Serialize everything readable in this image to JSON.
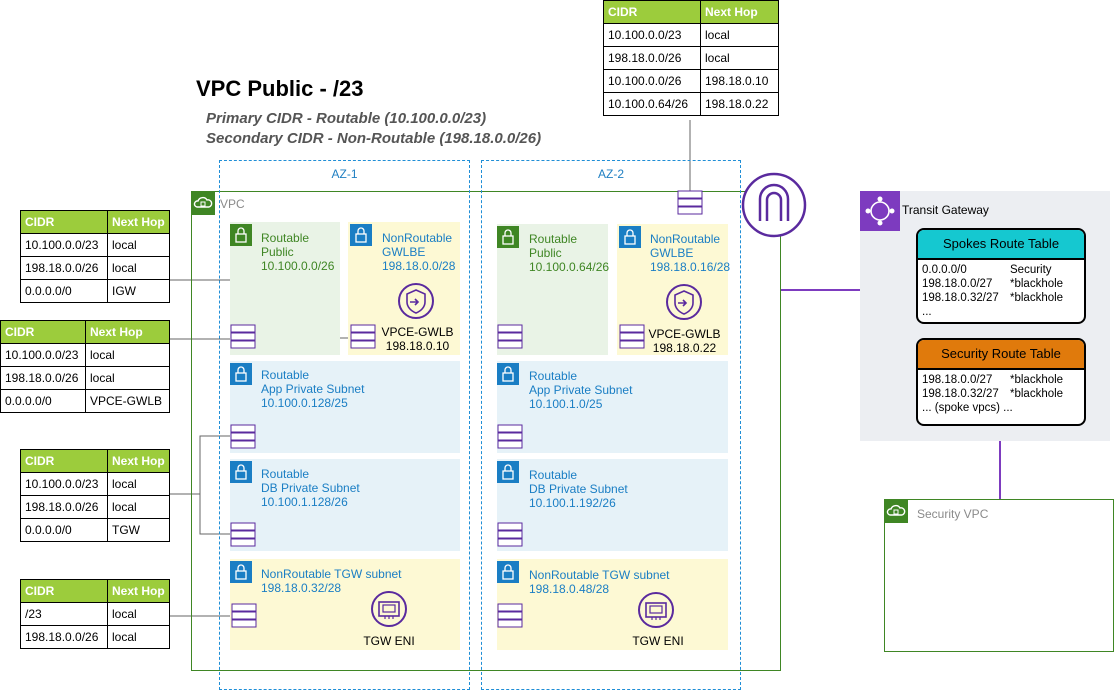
{
  "title": "VPC Public - /23",
  "subtitle_primary": "Primary CIDR - Routable (10.100.0.0/23)",
  "subtitle_secondary": "Secondary CIDR - Non-Routable (198.18.0.0/26)",
  "colors": {
    "vpc_border": "#3f8624",
    "az_border": "#1f8ed6",
    "table_header": "#9ccc3c",
    "tgw_purple": "#7d3bbf",
    "spokes_header": "#15c8d0",
    "security_header": "#e07a0c"
  },
  "az1_label": "AZ-1",
  "az2_label": "AZ-2",
  "vpc_label": "VPC",
  "top_route_table": {
    "headers": [
      "CIDR",
      "Next Hop"
    ],
    "rows": [
      [
        "10.100.0.0/23",
        "local"
      ],
      [
        "198.18.0.0/26",
        "local"
      ],
      [
        "10.100.0.0/26",
        "198.18.0.10"
      ],
      [
        "10.100.0.64/26",
        "198.18.0.22"
      ]
    ]
  },
  "public_route_table": {
    "headers": [
      "CIDR",
      "Next Hop"
    ],
    "rows": [
      [
        "10.100.0.0/23",
        "local"
      ],
      [
        "198.18.0.0/26",
        "local"
      ],
      [
        "0.0.0.0/0",
        "IGW"
      ]
    ]
  },
  "gwlbe_route_table": {
    "headers": [
      "CIDR",
      "Next Hop"
    ],
    "rows": [
      [
        "10.100.0.0/23",
        "local"
      ],
      [
        "198.18.0.0/26",
        "local"
      ],
      [
        "0.0.0.0/0",
        "VPCE-GWLB"
      ]
    ]
  },
  "private_route_table": {
    "headers": [
      "CIDR",
      "Next Hop"
    ],
    "rows": [
      [
        "10.100.0.0/23",
        "local"
      ],
      [
        "198.18.0.0/26",
        "local"
      ],
      [
        "0.0.0.0/0",
        "TGW"
      ]
    ]
  },
  "tgw_route_table": {
    "headers": [
      "CIDR",
      "Next Hop"
    ],
    "rows": [
      [
        "/23",
        "local"
      ],
      [
        "198.18.0.0/26",
        "local"
      ]
    ]
  },
  "subnets": {
    "az1_public": {
      "line1": "Routable",
      "line2": "Public",
      "line3": "10.100.0.0/26"
    },
    "az1_gwlbe": {
      "line1": "NonRoutable",
      "line2": "GWLBE",
      "line3": "198.18.0.0/28"
    },
    "az1_gwlbe_endpoint": {
      "name": "VPCE-GWLB",
      "ip": "198.18.0.10"
    },
    "az1_app": {
      "line1": "Routable",
      "line2": "App Private Subnet",
      "line3": "10.100.0.128/25"
    },
    "az1_db": {
      "line1": "Routable",
      "line2": "DB Private Subnet",
      "line3": "10.100.1.128/26"
    },
    "az1_tgw": {
      "line1": "NonRoutable TGW subnet",
      "line2": "198.18.0.32/28",
      "eni": "TGW ENI"
    },
    "az2_public": {
      "line1": "Routable",
      "line2": "Public",
      "line3": "10.100.0.64/26"
    },
    "az2_gwlbe": {
      "line1": "NonRoutable",
      "line2": "GWLBE",
      "line3": "198.18.0.16/28"
    },
    "az2_gwlbe_endpoint": {
      "name": "VPCE-GWLB",
      "ip": "198.18.0.22"
    },
    "az2_app": {
      "line1": "Routable",
      "line2": "App Private Subnet",
      "line3": "10.100.1.0/25"
    },
    "az2_db": {
      "line1": "Routable",
      "line2": "DB Private Subnet",
      "line3": "10.100.1.192/26"
    },
    "az2_tgw": {
      "line1": "NonRoutable TGW subnet",
      "line2": "198.18.0.48/28",
      "eni": "TGW ENI"
    }
  },
  "transit_gateway": {
    "label": "Transit Gateway",
    "spokes": {
      "title": "Spokes Route Table",
      "rows": [
        [
          "0.0.0.0/0",
          "Security"
        ],
        [
          "198.18.0.0/27",
          "*blackhole"
        ],
        [
          "198.18.0.32/27",
          "*blackhole"
        ],
        [
          "...",
          ""
        ]
      ]
    },
    "security": {
      "title": "Security Route Table",
      "rows": [
        [
          "198.18.0.0/27",
          "*blackhole"
        ],
        [
          "198.18.0.32/27",
          "*blackhole"
        ],
        [
          "... (spoke vpcs) ...",
          ""
        ]
      ]
    }
  },
  "security_vpc_label": "Security VPC",
  "icons": [
    "vpc-cloud-icon",
    "lock-icon",
    "route-table-icon",
    "gwlb-endpoint-icon",
    "eni-icon",
    "internet-gateway-icon",
    "transit-gateway-icon"
  ]
}
